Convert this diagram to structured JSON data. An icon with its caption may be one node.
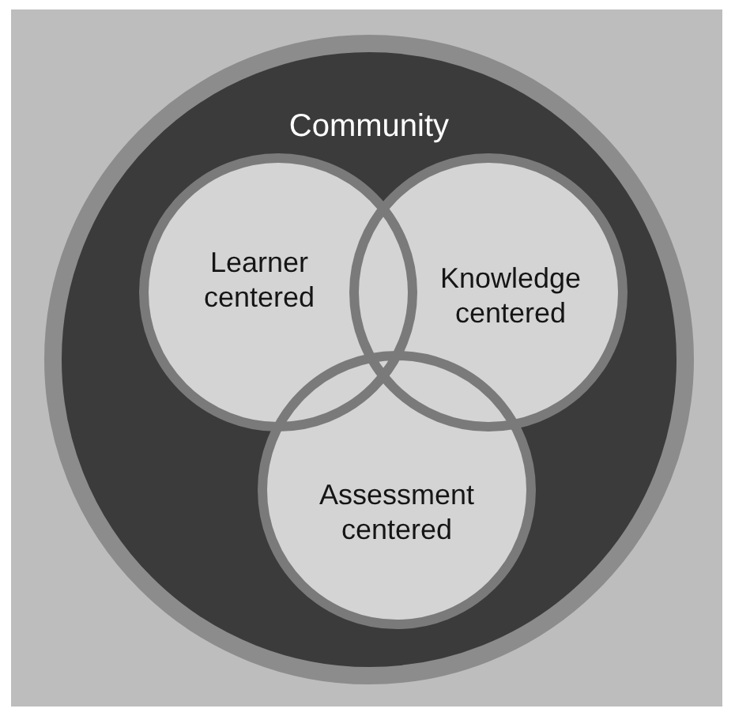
{
  "diagram": {
    "nodes": [
      {
        "text": [
          "Community"
        ]
      },
      {
        "text": [
          "Learner centered"
        ],
        "in": 0
      },
      {
        "text": [
          "Knowledge centered"
        ],
        "in": 0
      },
      {
        "text": [
          "Assessment centered"
        ],
        "in": 0
      }
    ]
  }
}
